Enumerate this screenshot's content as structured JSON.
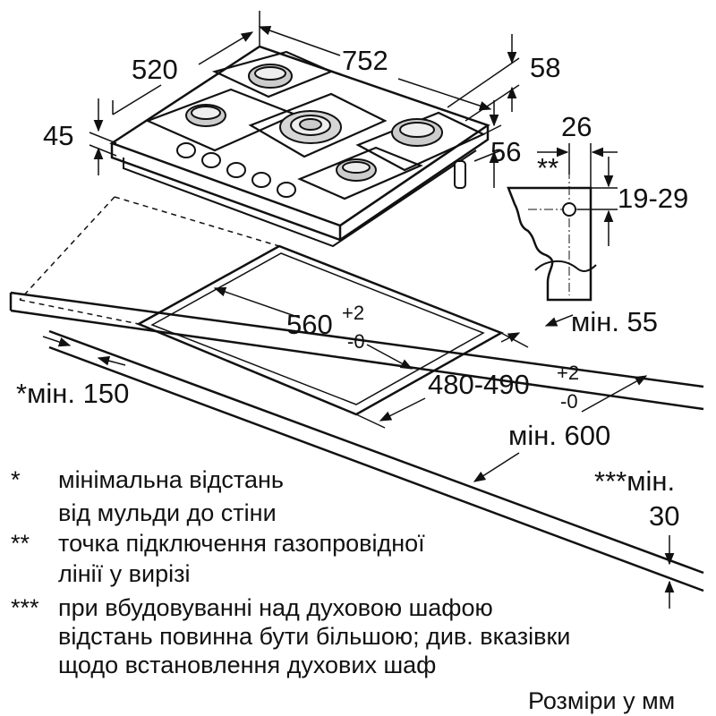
{
  "dimensions": {
    "hob_depth": "520",
    "hob_width": "752",
    "hob_height": "45",
    "burner_height": "58",
    "knob_offset": "56",
    "gas_offset": "26",
    "gas_height": "19-29",
    "cutout_width_value": "560",
    "cutout_width_tol_plus": "+2",
    "cutout_width_tol_minus": "-0",
    "cutout_depth_value": "480-490",
    "cutout_depth_tol_plus": "+2",
    "cutout_depth_tol_minus": "-0",
    "min_front": "мін. 55",
    "min_worktop": "мін. 600",
    "min_wall": "*мін. 150",
    "min_oven_label": "***мін.",
    "min_oven_value": "30",
    "gas_marker": "**"
  },
  "notes": [
    {
      "mark": "*",
      "lines": [
        "мінімальна відстань",
        "від мульди до стіни"
      ]
    },
    {
      "mark": "**",
      "lines": [
        "точка підключення газопровідної",
        "лінії у вирізі"
      ]
    },
    {
      "mark": "***",
      "lines": [
        "при вбудовуванні над духовою шафою",
        "відстань повинна бути більшою; див. вказівки",
        "щодо встановлення духових шаф"
      ]
    }
  ],
  "units_note": "Розміри у мм"
}
